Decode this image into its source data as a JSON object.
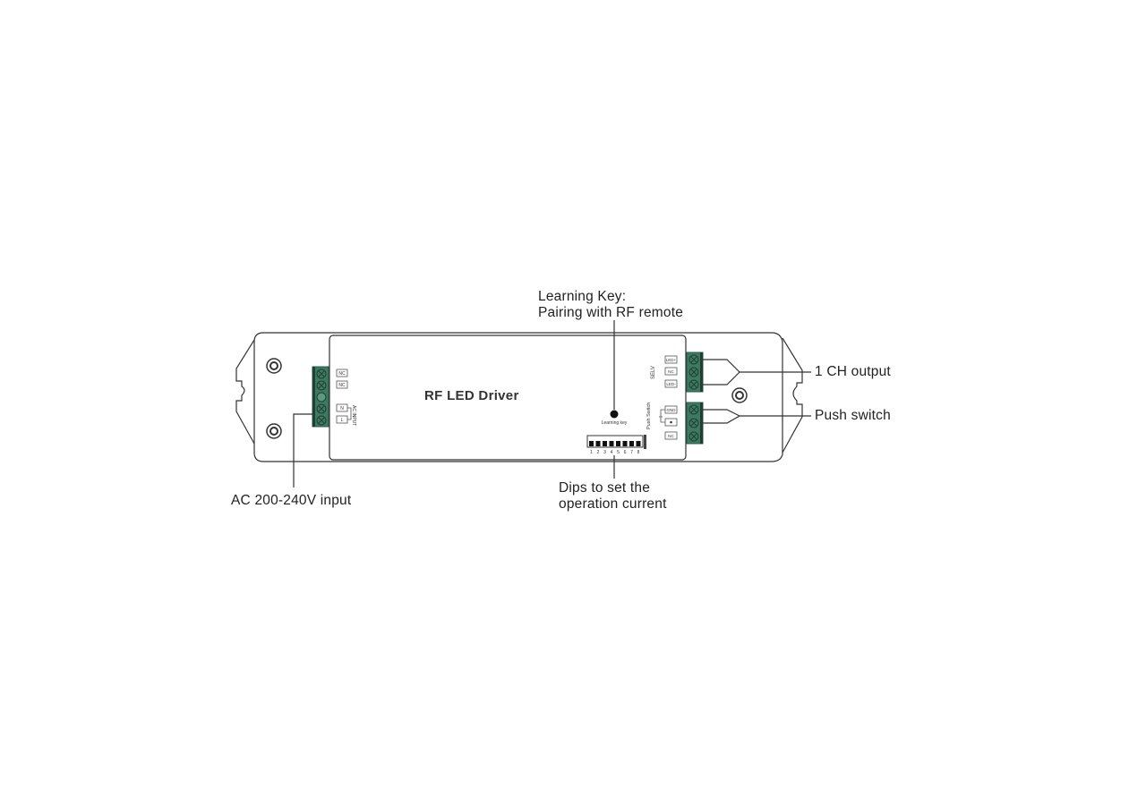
{
  "diagram": {
    "title": "RF LED Driver",
    "colors": {
      "terminal_fill": "#3e7a62",
      "terminal_dark": "#2a5a47",
      "outline": "#333333",
      "background": "#ffffff"
    },
    "callouts": {
      "learning_key_line1": "Learning Key:",
      "learning_key_line2": "Pairing with RF remote",
      "output": "1 CH output",
      "push_switch": "Push switch",
      "ac_input": "AC 200-240V input",
      "dips_line1": "Dips to set the",
      "dips_line2": "operation current"
    },
    "board_labels": {
      "learning_key": "Learning key",
      "selv": "SELV",
      "push_switch": "Push Switch",
      "ac_input": "AC INPUT",
      "left_terminals": [
        "NC",
        "NC",
        "N",
        "L"
      ],
      "output_terminals": [
        "LED+",
        "NC",
        "LED-"
      ],
      "switch_terminals": [
        "GND",
        "",
        "NC"
      ],
      "dip_numbers": [
        "1",
        "2",
        "3",
        "4",
        "5",
        "6",
        "7",
        "8"
      ]
    }
  }
}
